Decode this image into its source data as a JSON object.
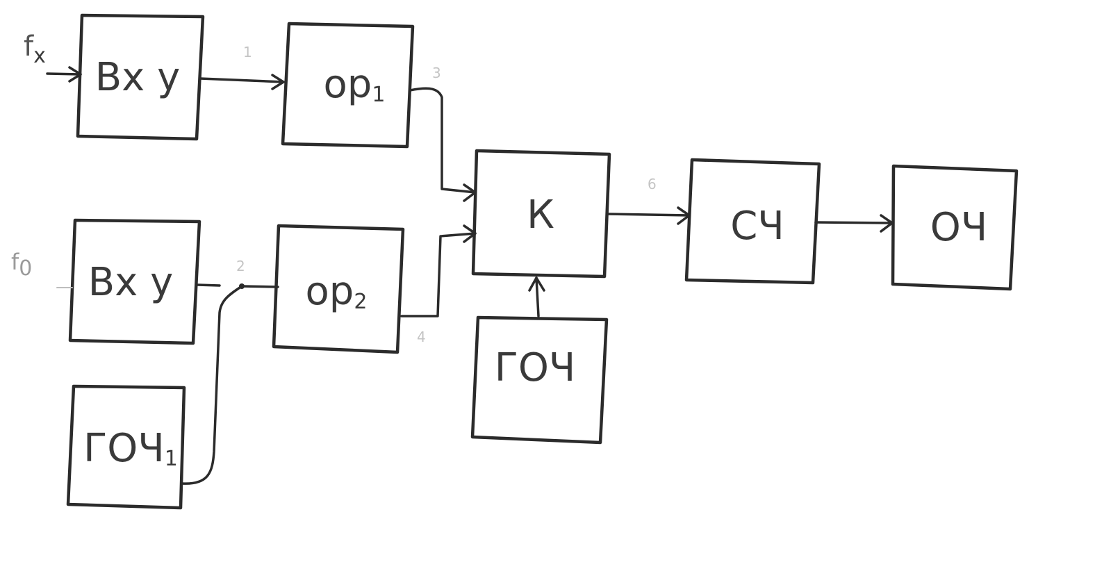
{
  "inputs": {
    "fx": {
      "main": "f",
      "sub": "x"
    },
    "f0": {
      "main": "f",
      "sub": "0"
    }
  },
  "blocks": {
    "vu1": {
      "main": "Вх у",
      "sub": ""
    },
    "vu2": {
      "main": "Вх у",
      "sub": ""
    },
    "goch1": {
      "main": "ГОЧ",
      "sub": "1"
    },
    "or1": {
      "main": "ор",
      "sub": "1"
    },
    "or2": {
      "main": "ор",
      "sub": "2"
    },
    "k": {
      "main": "К",
      "sub": ""
    },
    "goch": {
      "main": "ГОЧ",
      "sub": ""
    },
    "sch": {
      "main": "СЧ",
      "sub": ""
    },
    "och": {
      "main": "ОЧ",
      "sub": ""
    }
  },
  "node_numbers": {
    "n1": "1",
    "n2": "2",
    "n3": "3",
    "n4": "4",
    "n6": "6"
  }
}
